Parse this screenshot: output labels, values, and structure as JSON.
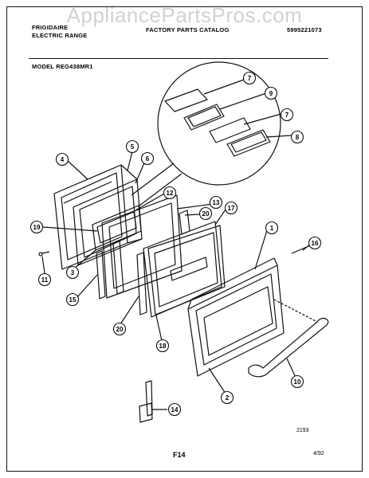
{
  "watermark": "AppliancePartsPros.com",
  "header": {
    "brand": "FRIGIDAIRE",
    "product": "ELECTRIC RANGE",
    "catalog": "FACTORY PARTS CATALOG",
    "catalog_number": "5995221073",
    "model": "MODEL REG438MR1"
  },
  "callouts": [
    "7",
    "9",
    "7",
    "8",
    "5",
    "4",
    "6",
    "12",
    "13",
    "20",
    "17",
    "19",
    "1",
    "16",
    "11",
    "3",
    "15",
    "20",
    "18",
    "2",
    "10",
    "14"
  ],
  "footer": {
    "drawing_code": "2193",
    "page": "F14",
    "date": "4/92"
  },
  "colors": {
    "line": "#111111",
    "watermark": "#d2d2d2"
  }
}
